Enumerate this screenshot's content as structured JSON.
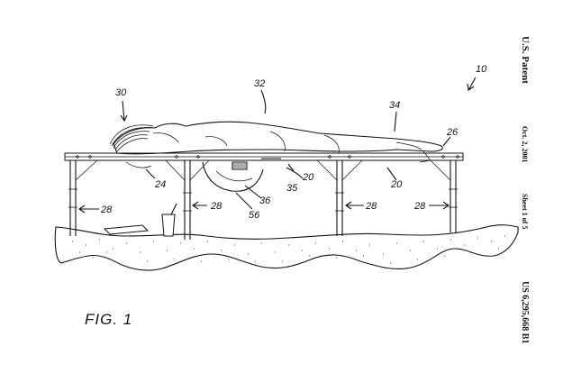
{
  "header": {
    "patent_office": "U.S. Patent",
    "date": "Oct. 2, 2001",
    "sheet": "Sheet 1 of 5",
    "patent_number": "US 6,295,668 B1"
  },
  "figure_label": "FIG. 1",
  "reference_numerals": {
    "assembly": "10",
    "head_end": "30",
    "torso_region": "32",
    "leg_region": "34",
    "table_end": "26",
    "face_opening": "24",
    "frame_center": "20",
    "frame_right": "20",
    "panel": "35",
    "breast_support": "36",
    "lower_support": "56",
    "leg_far_left": "28",
    "leg_center_left": "28",
    "leg_center_right": "28",
    "leg_far_right": "28"
  },
  "colors": {
    "ink": "#111111",
    "paper": "#ffffff"
  }
}
